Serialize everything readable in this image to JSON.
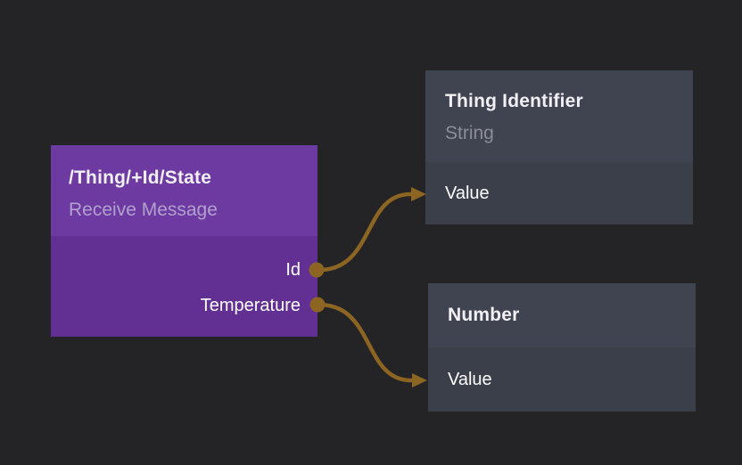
{
  "colors": {
    "canvas-bg": "#242427",
    "node-purple-header": "#6c3aa0",
    "node-purple-body": "#623092",
    "node-gray-header": "#3f4450",
    "node-gray-body": "#3a3f49",
    "wire": "#8c6522",
    "title-text": "#f2eff5",
    "purple-subtitle": "#b2a0cf",
    "gray-subtitle": "#8b8e98",
    "label-text": "#ffffff"
  },
  "nodes": [
    {
      "id": "receive-message",
      "title": "/Thing/+Id/State",
      "subtitle": "Receive Message",
      "outputs": [
        {
          "label": "Id"
        },
        {
          "label": "Temperature"
        }
      ]
    },
    {
      "id": "thing-identifier",
      "title": "Thing Identifier",
      "subtitle": "String",
      "inputs": [
        {
          "label": "Value"
        }
      ]
    },
    {
      "id": "number",
      "title": "Number",
      "inputs": [
        {
          "label": "Value"
        }
      ]
    }
  ],
  "wires": [
    {
      "from": "receive-message.Id",
      "to": "thing-identifier.Value"
    },
    {
      "from": "receive-message.Temperature",
      "to": "number.Value"
    }
  ]
}
